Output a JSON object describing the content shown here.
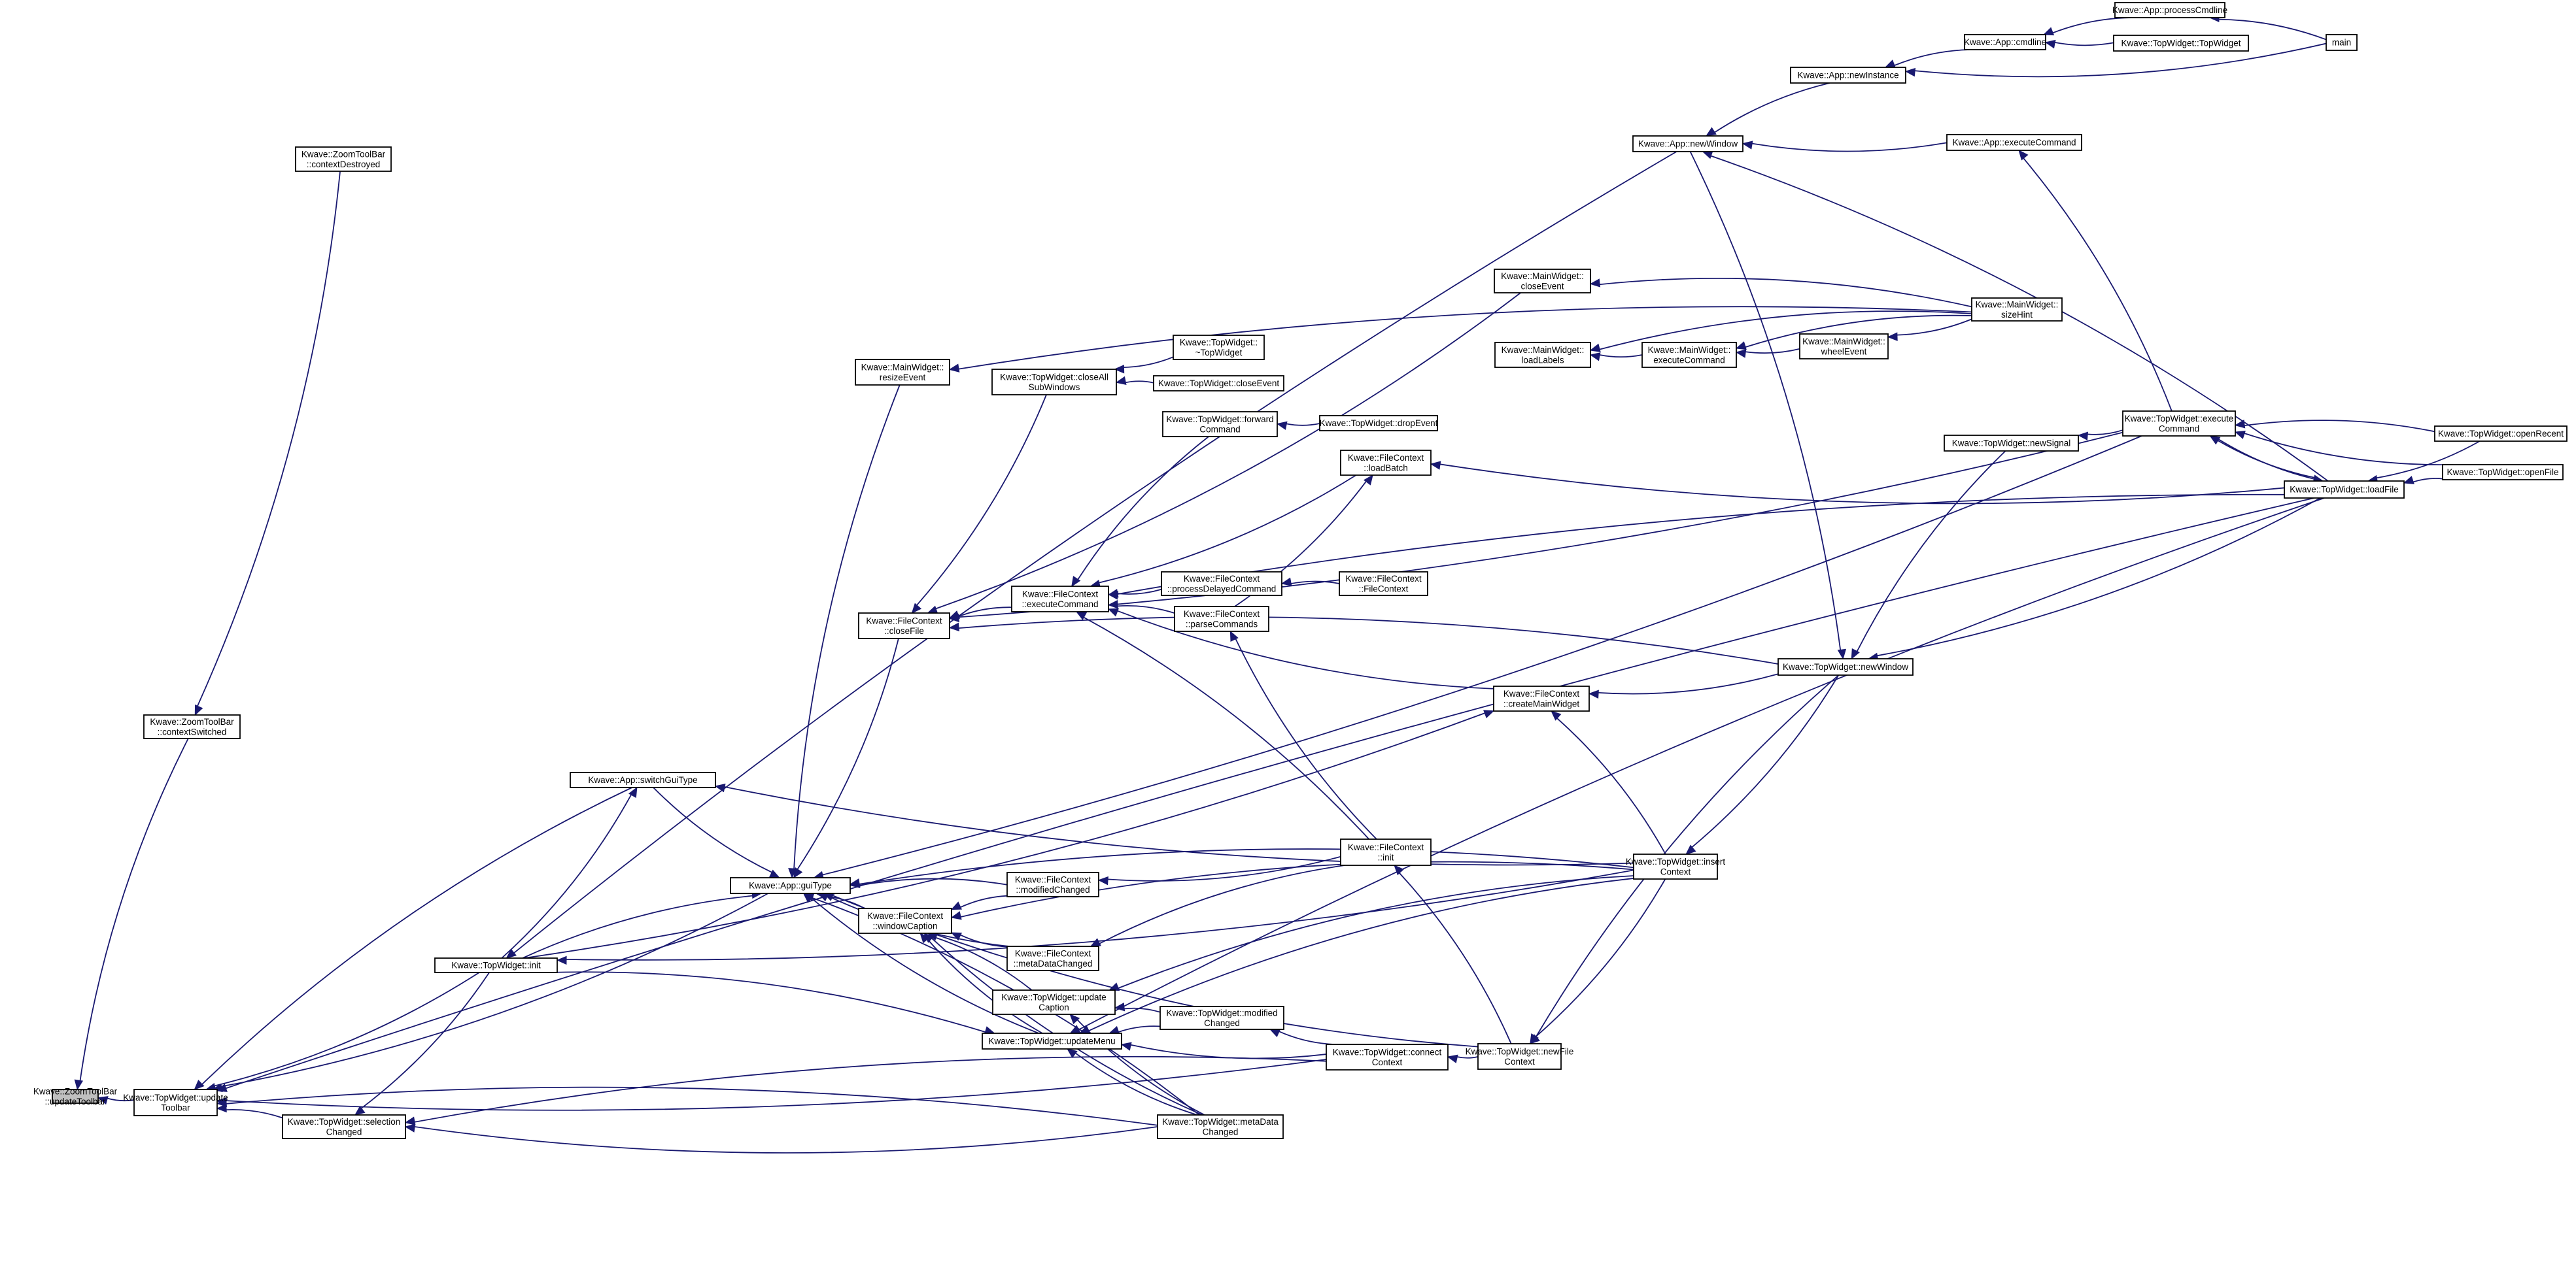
{
  "diagram_type": "call graph",
  "colors": {
    "edge": "#191970",
    "node_border": "#000000",
    "node_fill": "#ffffff",
    "root_fill": "#bfbfbf"
  },
  "nodes": [
    {
      "id": "n0",
      "lines": [
        "Kwave::ZoomToolBar",
        "::updateToolbar"
      ]
    },
    {
      "id": "n1",
      "lines": [
        "Kwave::TopWidget::update",
        "Toolbar"
      ]
    },
    {
      "id": "n2",
      "lines": [
        "Kwave::ZoomToolBar",
        "::contextSwitched"
      ]
    },
    {
      "id": "n3",
      "lines": [
        "Kwave::ZoomToolBar",
        "::contextDestroyed"
      ]
    },
    {
      "id": "n4",
      "lines": [
        "Kwave::TopWidget::selection",
        "Changed"
      ]
    },
    {
      "id": "n5",
      "lines": [
        "Kwave::TopWidget::init"
      ]
    },
    {
      "id": "n6",
      "lines": [
        "Kwave::App::switchGuiType"
      ]
    },
    {
      "id": "n7",
      "lines": [
        "Kwave::App::guiType"
      ]
    },
    {
      "id": "n8",
      "lines": [
        "Kwave::MainWidget::",
        "resizeEvent"
      ]
    },
    {
      "id": "n9",
      "lines": [
        "Kwave::FileContext",
        "::closeFile"
      ]
    },
    {
      "id": "n10",
      "lines": [
        "Kwave::FileContext",
        "::windowCaption"
      ]
    },
    {
      "id": "n11",
      "lines": [
        "Kwave::TopWidget::update",
        "Caption"
      ]
    },
    {
      "id": "n12",
      "lines": [
        "Kwave::TopWidget::updateMenu"
      ]
    },
    {
      "id": "n13",
      "lines": [
        "Kwave::TopWidget::closeAll",
        "SubWindows"
      ]
    },
    {
      "id": "n14",
      "lines": [
        "Kwave::TopWidget::forward",
        "Command"
      ]
    },
    {
      "id": "n15",
      "lines": [
        "Kwave::FileContext",
        "::executeCommand"
      ]
    },
    {
      "id": "n16",
      "lines": [
        "Kwave::FileContext",
        "::modifiedChanged"
      ]
    },
    {
      "id": "n17",
      "lines": [
        "Kwave::FileContext",
        "::metaDataChanged"
      ]
    },
    {
      "id": "n18",
      "lines": [
        "Kwave::TopWidget::modified",
        "Changed"
      ]
    },
    {
      "id": "n19",
      "lines": [
        "Kwave::TopWidget::metaData",
        "Changed"
      ]
    },
    {
      "id": "n20",
      "lines": [
        "Kwave::TopWidget::",
        "~TopWidget"
      ]
    },
    {
      "id": "n21",
      "lines": [
        "Kwave::TopWidget::closeEvent"
      ]
    },
    {
      "id": "n22",
      "lines": [
        "Kwave::TopWidget::dropEvent"
      ]
    },
    {
      "id": "n23",
      "lines": [
        "Kwave::FileContext",
        "::processDelayedCommand"
      ]
    },
    {
      "id": "n24",
      "lines": [
        "Kwave::FileContext",
        "::parseCommands"
      ]
    },
    {
      "id": "n25",
      "lines": [
        "Kwave::FileContext",
        "::FileContext"
      ]
    },
    {
      "id": "n26",
      "lines": [
        "Kwave::FileContext",
        "::loadBatch"
      ]
    },
    {
      "id": "n27",
      "lines": [
        "Kwave::FileContext",
        "::init"
      ]
    },
    {
      "id": "n28",
      "lines": [
        "Kwave::TopWidget::connect",
        "Context"
      ]
    },
    {
      "id": "n29",
      "lines": [
        "Kwave::TopWidget::newFile",
        "Context"
      ]
    },
    {
      "id": "n30",
      "lines": [
        "Kwave::MainWidget::",
        "closeEvent"
      ]
    },
    {
      "id": "n31",
      "lines": [
        "Kwave::MainWidget::",
        "loadLabels"
      ]
    },
    {
      "id": "n32",
      "lines": [
        "Kwave::FileContext",
        "::createMainWidget"
      ]
    },
    {
      "id": "n33",
      "lines": [
        "Kwave::TopWidget::insert",
        "Context"
      ]
    },
    {
      "id": "n34",
      "lines": [
        "Kwave::App::newWindow"
      ]
    },
    {
      "id": "n35",
      "lines": [
        "Kwave::MainWidget::",
        "executeCommand"
      ]
    },
    {
      "id": "n36",
      "lines": [
        "Kwave::MainWidget::",
        "wheelEvent"
      ]
    },
    {
      "id": "n37",
      "lines": [
        "Kwave::TopWidget::newWindow"
      ]
    },
    {
      "id": "n38",
      "lines": [
        "Kwave::App::newInstance"
      ]
    },
    {
      "id": "n39",
      "lines": [
        "Kwave::App::cmdline"
      ]
    },
    {
      "id": "n40",
      "lines": [
        "Kwave::App::executeCommand"
      ]
    },
    {
      "id": "n41",
      "lines": [
        "Kwave::MainWidget::",
        "sizeHint"
      ]
    },
    {
      "id": "n42",
      "lines": [
        "Kwave::TopWidget::newSignal"
      ]
    },
    {
      "id": "n43",
      "lines": [
        "Kwave::App::processCmdline"
      ]
    },
    {
      "id": "n44",
      "lines": [
        "Kwave::TopWidget::TopWidget"
      ]
    },
    {
      "id": "n45",
      "lines": [
        "Kwave::TopWidget::execute",
        "Command"
      ]
    },
    {
      "id": "n46",
      "lines": [
        "Kwave::TopWidget::loadFile"
      ]
    },
    {
      "id": "n47",
      "lines": [
        "main"
      ]
    },
    {
      "id": "n48",
      "lines": [
        "Kwave::TopWidget::openRecent"
      ]
    },
    {
      "id": "n49",
      "lines": [
        "Kwave::TopWidget::openFile"
      ]
    }
  ],
  "edges": [
    [
      "n1",
      "n0"
    ],
    [
      "n2",
      "n0"
    ],
    [
      "n3",
      "n2"
    ],
    [
      "n4",
      "n1"
    ],
    [
      "n5",
      "n1"
    ],
    [
      "n6",
      "n1"
    ],
    [
      "n7",
      "n1"
    ],
    [
      "n19",
      "n1"
    ],
    [
      "n28",
      "n1"
    ],
    [
      "n46",
      "n1"
    ],
    [
      "n19",
      "n4"
    ],
    [
      "n28",
      "n4"
    ],
    [
      "n5",
      "n4"
    ],
    [
      "n34",
      "n5"
    ],
    [
      "n33",
      "n5"
    ],
    [
      "n5",
      "n6"
    ],
    [
      "n33",
      "n6"
    ],
    [
      "n6",
      "n7"
    ],
    [
      "n5",
      "n7"
    ],
    [
      "n8",
      "n7"
    ],
    [
      "n9",
      "n7"
    ],
    [
      "n10",
      "n7"
    ],
    [
      "n12",
      "n7"
    ],
    [
      "n16",
      "n7"
    ],
    [
      "n17",
      "n7"
    ],
    [
      "n19",
      "n7"
    ],
    [
      "n29",
      "n7"
    ],
    [
      "n33",
      "n7"
    ],
    [
      "n45",
      "n7"
    ],
    [
      "n41",
      "n8"
    ],
    [
      "n13",
      "n9"
    ],
    [
      "n15",
      "n9"
    ],
    [
      "n30",
      "n9"
    ],
    [
      "n37",
      "n9"
    ],
    [
      "n45",
      "n9"
    ],
    [
      "n11",
      "n10"
    ],
    [
      "n12",
      "n10"
    ],
    [
      "n16",
      "n10"
    ],
    [
      "n17",
      "n10"
    ],
    [
      "n33",
      "n10"
    ],
    [
      "n19",
      "n10"
    ],
    [
      "n18",
      "n11"
    ],
    [
      "n19",
      "n11"
    ],
    [
      "n33",
      "n11"
    ],
    [
      "n5",
      "n12"
    ],
    [
      "n18",
      "n12"
    ],
    [
      "n19",
      "n12"
    ],
    [
      "n33",
      "n12"
    ],
    [
      "n28",
      "n12"
    ],
    [
      "n46",
      "n12"
    ],
    [
      "n20",
      "n13"
    ],
    [
      "n21",
      "n13"
    ],
    [
      "n22",
      "n14"
    ],
    [
      "n14",
      "n15"
    ],
    [
      "n23",
      "n15"
    ],
    [
      "n24",
      "n15"
    ],
    [
      "n26",
      "n15"
    ],
    [
      "n27",
      "n15"
    ],
    [
      "n32",
      "n15"
    ],
    [
      "n46",
      "n15"
    ],
    [
      "n27",
      "n16"
    ],
    [
      "n27",
      "n17"
    ],
    [
      "n28",
      "n18"
    ],
    [
      "n25",
      "n23"
    ],
    [
      "n27",
      "n24"
    ],
    [
      "n24",
      "n26"
    ],
    [
      "n46",
      "n26"
    ],
    [
      "n29",
      "n27"
    ],
    [
      "n29",
      "n28"
    ],
    [
      "n37",
      "n29"
    ],
    [
      "n33",
      "n29"
    ],
    [
      "n41",
      "n30"
    ],
    [
      "n35",
      "n31"
    ],
    [
      "n41",
      "n31"
    ],
    [
      "n36",
      "n35"
    ],
    [
      "n41",
      "n35"
    ],
    [
      "n41",
      "n36"
    ],
    [
      "n33",
      "n32"
    ],
    [
      "n37",
      "n32"
    ],
    [
      "n5",
      "n32"
    ],
    [
      "n37",
      "n33"
    ],
    [
      "n38",
      "n34"
    ],
    [
      "n40",
      "n34"
    ],
    [
      "n46",
      "n34"
    ],
    [
      "n34",
      "n37"
    ],
    [
      "n42",
      "n37"
    ],
    [
      "n46",
      "n37"
    ],
    [
      "n39",
      "n38"
    ],
    [
      "n47",
      "n38"
    ],
    [
      "n43",
      "n39"
    ],
    [
      "n44",
      "n39"
    ],
    [
      "n47",
      "n43"
    ],
    [
      "n45",
      "n42"
    ],
    [
      "n45",
      "n40"
    ],
    [
      "n46",
      "n45"
    ],
    [
      "n48",
      "n45"
    ],
    [
      "n49",
      "n45"
    ],
    [
      "n45",
      "n46"
    ],
    [
      "n48",
      "n46"
    ],
    [
      "n49",
      "n46"
    ]
  ]
}
